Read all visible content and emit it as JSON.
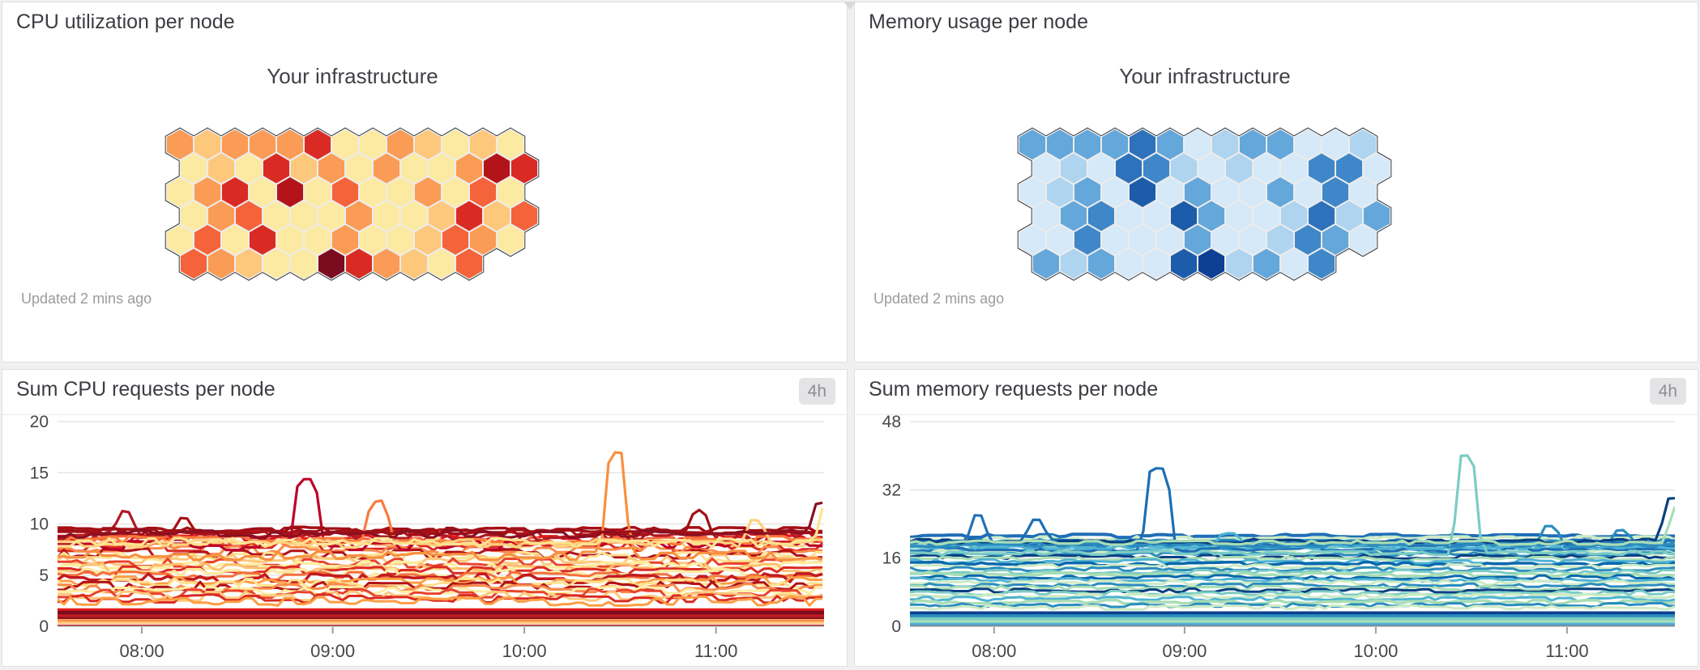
{
  "app": {
    "background": "#f0f0f0",
    "panel_background": "#ffffff",
    "panel_border": "#e0e0e0"
  },
  "panels": {
    "cpu_map": {
      "title": "CPU utilization per node",
      "map_title": "Your infrastructure",
      "updated": "Updated 2 mins ago"
    },
    "mem_map": {
      "title": "Memory usage per node",
      "map_title": "Your infrastructure",
      "updated": "Updated 2 mins ago"
    },
    "cpu_chart": {
      "title": "Sum CPU requests per node",
      "badge": "4h"
    },
    "mem_chart": {
      "title": "Sum memory requests per node",
      "badge": "4h"
    }
  },
  "hex_maps": [
    {
      "id": "cpu-hexmap",
      "metric": "CPU utilization",
      "palette": [
        "#fdeaa2",
        "#fdc87c",
        "#fa9c55",
        "#f4633a",
        "#d92b23",
        "#b3141a",
        "#7b0c20"
      ],
      "rows": [
        [
          2,
          1,
          2,
          2,
          2,
          4,
          0,
          0,
          2,
          1,
          0,
          1,
          0
        ],
        [
          0,
          1,
          0,
          4,
          1,
          2,
          0,
          2,
          0,
          0,
          2,
          5,
          4
        ],
        [
          0,
          2,
          4,
          0,
          5,
          0,
          3,
          0,
          0,
          2,
          0,
          3,
          0
        ],
        [
          0,
          2,
          3,
          0,
          0,
          0,
          2,
          0,
          0,
          1,
          4,
          1,
          3
        ],
        [
          0,
          3,
          0,
          4,
          0,
          0,
          2,
          0,
          0,
          1,
          3,
          2,
          0
        ],
        [
          3,
          2,
          1,
          0,
          0,
          6,
          4,
          2,
          1,
          0,
          3
        ]
      ]
    },
    {
      "id": "mem-hexmap",
      "metric": "Memory usage",
      "palette": [
        "#d6e9f8",
        "#aed4ef",
        "#64a7db",
        "#3f87c9",
        "#2d72ba",
        "#1c5cab",
        "#0d4094"
      ],
      "rows": [
        [
          2,
          2,
          2,
          2,
          4,
          2,
          0,
          1,
          2,
          2,
          0,
          0,
          1
        ],
        [
          0,
          1,
          0,
          4,
          3,
          1,
          0,
          1,
          0,
          0,
          3,
          3,
          0
        ],
        [
          0,
          1,
          2,
          0,
          5,
          0,
          2,
          0,
          0,
          2,
          0,
          3,
          0
        ],
        [
          0,
          2,
          3,
          0,
          0,
          5,
          2,
          0,
          0,
          1,
          4,
          1,
          2
        ],
        [
          0,
          0,
          3,
          0,
          0,
          0,
          2,
          0,
          0,
          1,
          3,
          2,
          0
        ],
        [
          2,
          1,
          2,
          0,
          0,
          5,
          6,
          1,
          2,
          0,
          3
        ]
      ]
    }
  ],
  "chart_data": [
    {
      "id": "cpu-requests",
      "type": "line",
      "title": "Sum CPU requests per node",
      "range_badge": "4h",
      "xlabel": "",
      "ylabel": "",
      "ylim": [
        0,
        20
      ],
      "yticks": [
        0,
        5,
        10,
        15,
        20
      ],
      "grid": true,
      "legend": "none",
      "xticks": {
        "labels": [
          "08:00",
          "09:00",
          "10:00",
          "11:00"
        ],
        "positions": [
          0.11,
          0.359,
          0.609,
          0.859
        ]
      },
      "band_series_format": "[level, amplitude, color, stroke_width]",
      "band_series": [
        [
          9.45,
          0.25,
          "#a50f15",
          3.5
        ],
        [
          9.0,
          0.4,
          "#c21a1f",
          3
        ],
        [
          8.6,
          0.45,
          "#e31a1c",
          3
        ],
        [
          8.3,
          0.5,
          "#f4623a",
          3
        ],
        [
          8.05,
          0.45,
          "#fdd27f",
          3
        ],
        [
          7.8,
          0.5,
          "#d92b23",
          3
        ],
        [
          7.5,
          0.45,
          "#f98a4b",
          3
        ],
        [
          7.1,
          0.5,
          "#b11218",
          3
        ],
        [
          6.8,
          0.45,
          "#fee391",
          3
        ],
        [
          6.5,
          0.5,
          "#fdc87c",
          3
        ],
        [
          6.2,
          0.45,
          "#e8432e",
          3
        ],
        [
          5.95,
          0.4,
          "#ffeda0",
          3.5
        ],
        [
          5.7,
          0.45,
          "#fdbf6f",
          3
        ],
        [
          5.45,
          0.4,
          "#d92b23",
          3
        ],
        [
          5.2,
          0.45,
          "#fee8a0",
          3.5
        ],
        [
          4.95,
          0.4,
          "#f4703d",
          3
        ],
        [
          4.7,
          0.45,
          "#c21a1f",
          3.5
        ],
        [
          4.45,
          0.4,
          "#fd9d43",
          3
        ],
        [
          4.2,
          0.45,
          "#ffe18e",
          3
        ],
        [
          3.95,
          0.4,
          "#b01218",
          3
        ],
        [
          3.7,
          0.45,
          "#f98a4b",
          3
        ],
        [
          3.45,
          0.4,
          "#ffeda0",
          3
        ],
        [
          3.2,
          0.45,
          "#e8432e",
          3
        ],
        [
          2.95,
          0.45,
          "#fdc87c",
          3
        ],
        [
          2.7,
          0.4,
          "#d92b23",
          3
        ],
        [
          2.45,
          0.45,
          "#fd9d43",
          3
        ]
      ],
      "flat_series_format": "[value, color, stroke_width]",
      "flat_series": [
        [
          1.6,
          "#e31a1c",
          4
        ],
        [
          1.32,
          "#7a0c20",
          5
        ],
        [
          1.05,
          "#c21a1f",
          3
        ],
        [
          0.82,
          "#951018",
          3
        ],
        [
          0.55,
          "#fd8d3c",
          3
        ],
        [
          0.32,
          "#fdc87c",
          2.5
        ],
        [
          0.1,
          "#b3141a",
          1.5
        ]
      ],
      "spike_series_format": "[base_level, amplitude, peak_value, x_fraction, plateau_halfwidth_fraction, color]",
      "spike_series": [
        [
          8.8,
          0.45,
          11.2,
          0.089,
          0.006,
          "#b11923"
        ],
        [
          9.2,
          0.3,
          10.6,
          0.165,
          0.005,
          "#a50f15"
        ],
        [
          7.9,
          0.45,
          14.3,
          0.325,
          0.011,
          "#bd0026"
        ],
        [
          8.4,
          0.4,
          12.2,
          0.418,
          0.009,
          "#fb7a3c"
        ],
        [
          6.9,
          0.45,
          17.0,
          0.728,
          0.008,
          "#f89040"
        ],
        [
          9.3,
          0.35,
          11.4,
          0.837,
          0.006,
          "#9f1016"
        ],
        [
          8.1,
          0.4,
          10.4,
          0.91,
          0.007,
          "#fdd17e"
        ],
        [
          9.0,
          0.4,
          12.0,
          0.998,
          0.009,
          "#8c0f21"
        ],
        [
          8.2,
          0.45,
          11.6,
          1.01,
          0.012,
          "#fee391"
        ]
      ]
    },
    {
      "id": "mem-requests",
      "type": "line",
      "title": "Sum memory requests per node",
      "range_badge": "4h",
      "xlabel": "",
      "ylabel": "",
      "ylim": [
        0,
        48
      ],
      "yticks": [
        0,
        16,
        32,
        48
      ],
      "grid": true,
      "legend": "none",
      "xticks": {
        "labels": [
          "08:00",
          "09:00",
          "10:00",
          "11:00"
        ],
        "positions": [
          0.11,
          0.359,
          0.609,
          0.859
        ]
      },
      "band_series_format": "[level, amplitude, color, stroke_width]",
      "band_series": [
        [
          21.2,
          0.4,
          "#1f6eb7",
          4
        ],
        [
          20.6,
          0.5,
          "#ccebc5",
          3.5
        ],
        [
          20.0,
          0.45,
          "#2b8cbe",
          3
        ],
        [
          19.5,
          0.5,
          "#a8ddb5",
          3
        ],
        [
          19.0,
          0.45,
          "#0868ac",
          3
        ],
        [
          18.5,
          0.5,
          "#7bccc4",
          3
        ],
        [
          18.0,
          0.45,
          "#4eb3d3",
          3
        ],
        [
          17.4,
          0.5,
          "#ccebc5",
          3.5
        ],
        [
          16.9,
          0.45,
          "#2b8cbe",
          3
        ],
        [
          16.3,
          0.5,
          "#084081",
          3
        ],
        [
          15.8,
          0.45,
          "#a8ddb5",
          3
        ],
        [
          15.2,
          0.5,
          "#4eb3d3",
          3
        ],
        [
          14.6,
          0.45,
          "#0868ac",
          3.5
        ],
        [
          14.0,
          0.5,
          "#ccebc5",
          3
        ],
        [
          13.4,
          0.45,
          "#2b8cbe",
          3
        ],
        [
          12.8,
          0.5,
          "#7bccc4",
          3
        ],
        [
          12.1,
          0.45,
          "#a8ddb5",
          3.5
        ],
        [
          11.5,
          0.5,
          "#0868ac",
          3
        ],
        [
          10.9,
          0.45,
          "#4eb3d3",
          3
        ],
        [
          10.2,
          0.5,
          "#ccebc5",
          3
        ],
        [
          9.6,
          0.45,
          "#2b8cbe",
          3
        ],
        [
          9.0,
          0.5,
          "#a8ddb5",
          3
        ],
        [
          8.4,
          0.45,
          "#084081",
          3
        ],
        [
          7.8,
          0.5,
          "#7bccc4",
          3
        ],
        [
          7.1,
          0.45,
          "#ccebc5",
          3.5
        ],
        [
          6.4,
          0.5,
          "#4eb3d3",
          3
        ],
        [
          5.7,
          0.45,
          "#a8ddb5",
          3.5
        ],
        [
          5.0,
          0.5,
          "#2b8cbe",
          3
        ],
        [
          4.4,
          0.45,
          "#ccebc5",
          3
        ]
      ],
      "flat_series_format": "[value, color, stroke_width]",
      "flat_series": [
        [
          3.0,
          "#0c3f8f",
          5.5
        ],
        [
          2.45,
          "#2b8cbe",
          4
        ],
        [
          1.75,
          "#7bccc4",
          4
        ],
        [
          1.15,
          "#a8ddb5",
          3
        ],
        [
          0.6,
          "#4eb3d3",
          2.5
        ],
        [
          0.18,
          "#084081",
          1.5
        ]
      ],
      "spike_series_format": "[base_level, amplitude, peak_value, x_fraction, plateau_halfwidth_fraction, color]",
      "spike_series": [
        [
          19.2,
          0.5,
          26,
          0.089,
          0.005,
          "#2171b5"
        ],
        [
          19.8,
          0.5,
          25,
          0.165,
          0.006,
          "#1c6fb5"
        ],
        [
          18.0,
          0.5,
          37,
          0.325,
          0.011,
          "#1c6fb5"
        ],
        [
          18.6,
          0.5,
          21.8,
          0.418,
          0.01,
          "#4eb3d3"
        ],
        [
          17.2,
          0.5,
          40,
          0.728,
          0.008,
          "#7bccc4"
        ],
        [
          19.0,
          0.5,
          23.5,
          0.837,
          0.007,
          "#2b8cbe"
        ],
        [
          19.4,
          0.5,
          22.5,
          0.93,
          0.006,
          "#2b8cbe"
        ],
        [
          20.0,
          0.5,
          30,
          0.998,
          0.008,
          "#084081"
        ],
        [
          19.6,
          0.5,
          28,
          1.01,
          0.012,
          "#a8ddb5"
        ]
      ]
    }
  ]
}
